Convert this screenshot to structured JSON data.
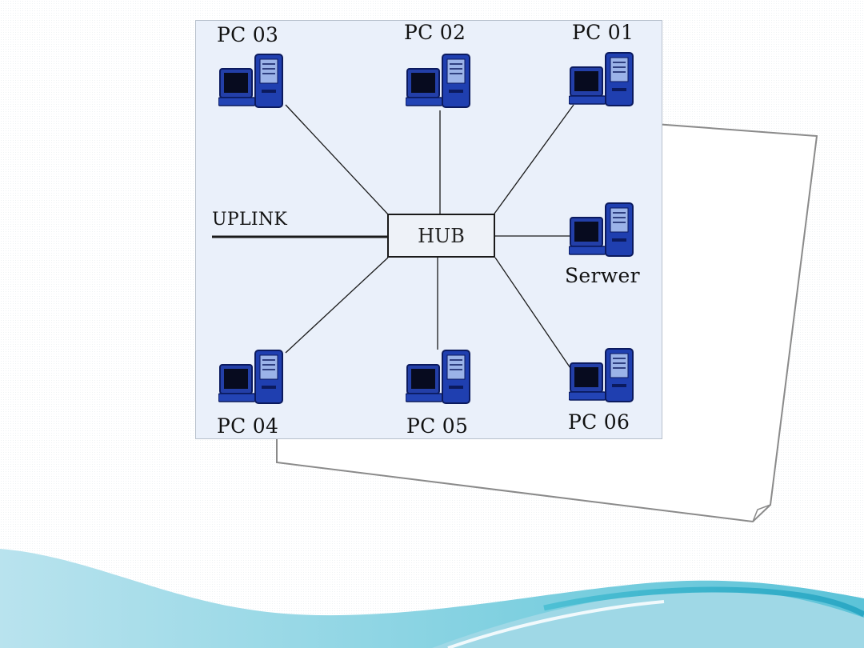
{
  "diagram": {
    "hub_label": "HUB",
    "uplink_label": "UPLINK",
    "nodes": {
      "pc03": "PC 03",
      "pc02": "PC 02",
      "pc01": "PC 01",
      "server": "Serwer",
      "pc04": "PC 04",
      "pc05": "PC 05",
      "pc06": "PC 06"
    },
    "icons": {
      "computer": "computer-icon"
    },
    "colors": {
      "panel_background": "#eaf0fa",
      "icon_blue": "#1f3fb0",
      "icon_dark": "#0a0f2a",
      "wave_light": "#a8ddea",
      "wave_dark": "#2fb8cc"
    }
  }
}
